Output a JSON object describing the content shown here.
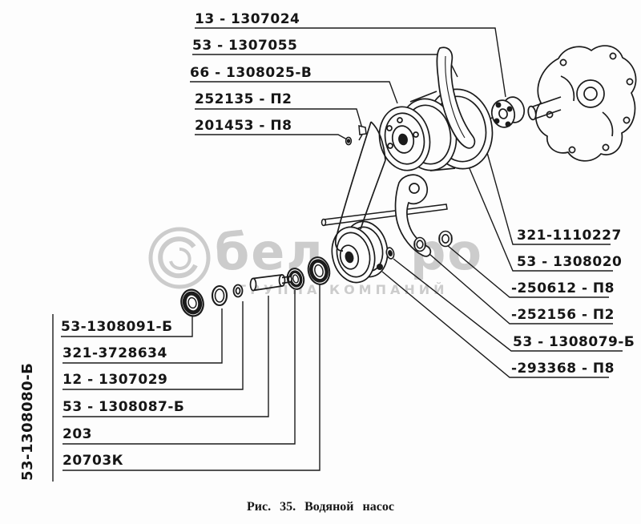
{
  "caption": "Рис. 35. Водяной насос",
  "watermark": {
    "part1": "бел",
    "part2": "ро",
    "subtitle": "ГРУППА КОМПАНИЙ"
  },
  "labels": {
    "top": [
      {
        "text": "13 - 1307024"
      },
      {
        "text": "53 - 1307055"
      },
      {
        "text": "66 - 1308025-В"
      },
      {
        "text": "252135 - П2"
      },
      {
        "text": "201453 - П8"
      }
    ],
    "right": [
      {
        "text": "321-1110227"
      },
      {
        "text": "53 - 1308020"
      },
      {
        "text": "-250612 - П8"
      },
      {
        "text": "-252156 - П2"
      },
      {
        "text": "53 - 1308079-Б"
      },
      {
        "text": "-293368 - П8"
      }
    ],
    "left": [
      {
        "text": "53-1308091-Б"
      },
      {
        "text": "321-3728634"
      },
      {
        "text": "12 - 1307029"
      },
      {
        "text": "53 - 1308087-Б"
      },
      {
        "text": "203"
      },
      {
        "text": "20703К"
      }
    ],
    "side": "53-1308080-Б"
  }
}
